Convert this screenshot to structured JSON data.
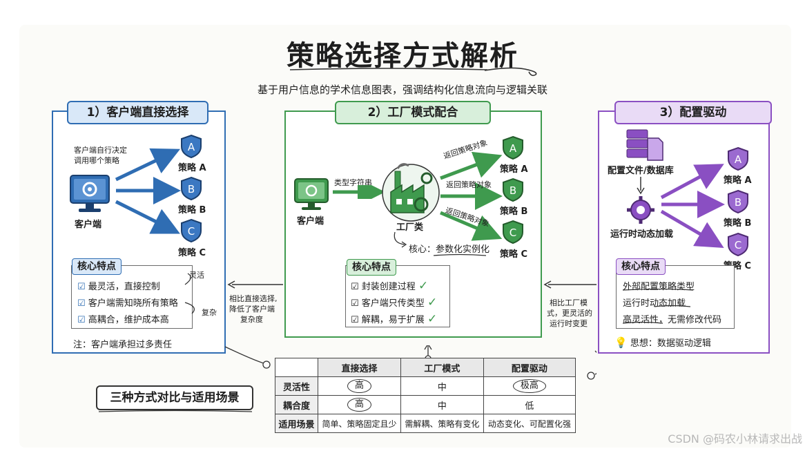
{
  "title": "策略选择方式解析",
  "subtitle": "基于用户信息的学术信息图表，强调结构化信息流向与逻辑关联",
  "panel1": {
    "title": "1）客户端直接选择",
    "annotation_line1": "客户端自行决定",
    "annotation_line2": "调用哪个策略",
    "client_label": "客户端",
    "strategies": [
      "策略 A",
      "策略 B",
      "策略 C"
    ],
    "shield_letters": [
      "A",
      "B",
      "C"
    ],
    "features_title": "核心特点",
    "features": [
      "最灵活，直接控制",
      "客户端需知晓所有策略",
      "高耦合，维护成本高"
    ],
    "side_flex": "灵活",
    "side_complex": "复杂",
    "note": "注：客户端承担过多责任"
  },
  "panel2": {
    "title": "2）工厂模式配合",
    "client_label": "客户端",
    "input_label": "类型字符串",
    "factory_label": "工厂类",
    "return_labels": [
      "返回策略对象",
      "返回策略对象",
      "返回策略对象"
    ],
    "strategies": [
      "策略 A",
      "策略 B",
      "策略 C"
    ],
    "shield_letters": [
      "A",
      "B",
      "C"
    ],
    "core_note": "核心：参数化实例化",
    "features_title": "核心特点",
    "features": [
      "封装创建过程",
      "客户端只传类型",
      "解耦，易于扩展"
    ]
  },
  "panel3": {
    "title": "3）配置驱动",
    "config_label": "配置文件/数据库",
    "runtime_label": "运行时动态加载",
    "strategies": [
      "策略 A",
      "策略 B",
      "策略 C"
    ],
    "shield_letters": [
      "A",
      "B",
      "C"
    ],
    "features_title": "核心特点",
    "features": [
      "外部配置策略类型",
      "运行时动态加载",
      "高灵活性，无需修改代码"
    ],
    "idea": "思想：数据驱动逻辑"
  },
  "compare_left_line1": "相比直接选择,",
  "compare_left_line2": "降低了客户端",
  "compare_left_line3": "复杂度",
  "compare_right_line1": "相比工厂模",
  "compare_right_line2": "式，更灵活的",
  "compare_right_line3": "运行时变更",
  "comparison": {
    "title": "三种方式对比与适用场景",
    "headers": [
      "直接选择",
      "工厂模式",
      "配置驱动"
    ],
    "rows": [
      {
        "label": "灵活性",
        "values": [
          "高",
          "中",
          "极高"
        ]
      },
      {
        "label": "耦合度",
        "values": [
          "高",
          "中",
          "低"
        ]
      },
      {
        "label": "适用场景",
        "values": [
          "简单、策略固定且少",
          "需解耦、策略有变化",
          "动态变化、可配置化强"
        ]
      }
    ]
  },
  "watermark": "CSDN @码农小林请求出战",
  "colors": {
    "blue": "#2f6db3",
    "green": "#3f9a4e",
    "purple": "#8a4fc2"
  },
  "icons": [
    "monitor-gear-icon",
    "shield-icon",
    "factory-icon",
    "database-icon",
    "document-icon",
    "gear-icon",
    "lightbulb-icon",
    "checkmark-icon"
  ]
}
